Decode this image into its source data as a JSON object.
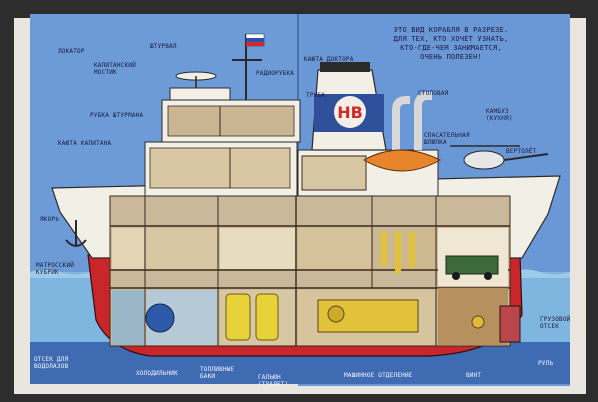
{
  "labels": {
    "lokator": "локатор",
    "shturval": "штурвал",
    "kapitanskiy_mostik": "капитанский мостик",
    "radiorubka": "радиорубка",
    "rubka_shturmana": "рубка штурмана",
    "kayuta_kapitana": "каюта капитана",
    "yakor": "якорь",
    "matrosskiy_kubrik": "матросский кубрик",
    "kayuta_doktora": "каюта доктора",
    "truba": "труба",
    "stolovaya": "столовая",
    "kambuz": "камбуз (кухня)",
    "spasatelnaya_shlyupka": "спасательная шлюпка",
    "vertolet": "вертолёт",
    "gruzovoy_otsek": "грузовой отсек",
    "otsek_dlya_vodolazov": "отсек для водолазов",
    "holodilnik": "холодильник",
    "toplivnye_baki": "топливные баки",
    "galyun": "гальюн (туалет)",
    "mashinnoe_otdelenie": "машинное отделение",
    "vint": "винт",
    "rul": "руль"
  },
  "intro_lines": [
    "это вид корабля в разрезе.",
    "для тех, кто хочет узнать,",
    "кто-где-чем занимается,",
    "очень полезен!"
  ],
  "funnel_logo": "HB",
  "colors": {
    "sea_blue": "#5f8fd0",
    "hull_red": "#c8262b",
    "hull_white": "#f1efe6",
    "funnel_blue": "#2f4f9a",
    "tank_yellow": "#e8d23a",
    "water": "#7fb6e0"
  }
}
